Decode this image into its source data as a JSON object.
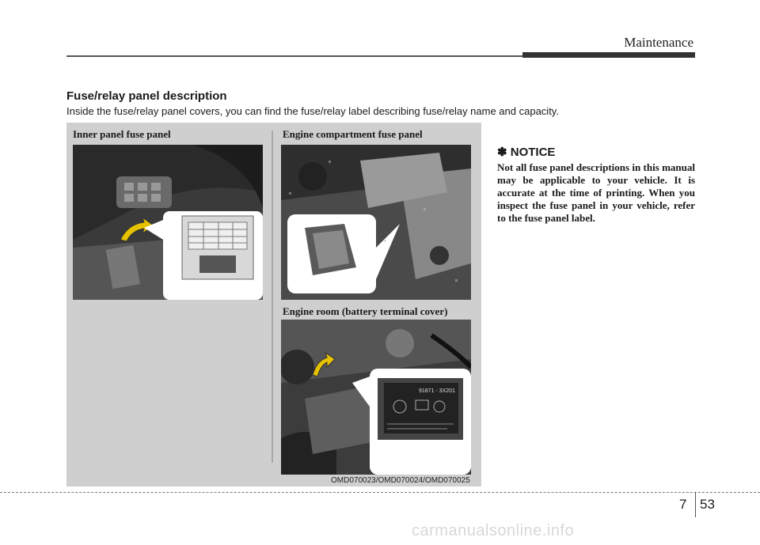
{
  "header": {
    "section": "Maintenance"
  },
  "content": {
    "heading": "Fuse/relay panel description",
    "intro": "Inside the fuse/relay panel covers, you can find the fuse/relay label describing fuse/relay name and capacity."
  },
  "figure": {
    "inner_caption": "Inner panel fuse panel",
    "engine_caption": "Engine compartment fuse panel",
    "battery_caption": "Engine room (battery terminal cover)",
    "code": "OMD070023/OMD070024/OMD070025",
    "label_part_no": "91871 - 3X201"
  },
  "notice": {
    "title": "✽ NOTICE",
    "body": "Not all fuse panel descriptions in this manual may be applicable to your vehicle. It is accurate at the time of printing. When you inspect the fuse panel in your vehicle, refer to the fuse panel label."
  },
  "footer": {
    "chapter": "7",
    "page": "53"
  },
  "watermark": "carmanualsonline.info"
}
